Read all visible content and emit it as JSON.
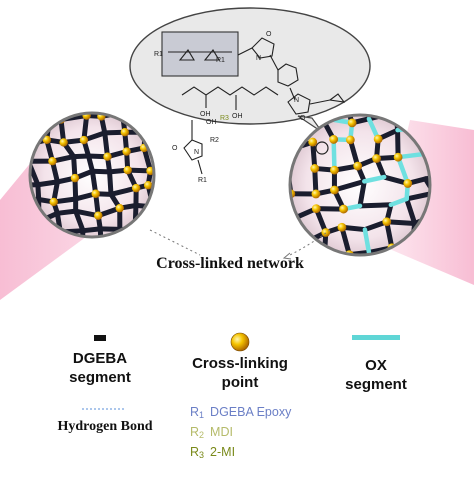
{
  "diagram": {
    "title": "Cross-linked network",
    "structure_labels": {
      "r1": "R1",
      "r2": "R2",
      "r3": "R3",
      "oh": "OH",
      "o": "O",
      "n": "N"
    }
  },
  "legend": {
    "dgeba": {
      "line1": "DGEBA",
      "line2": "segment",
      "color": "#111111"
    },
    "crosslink": {
      "line1": "Cross-linking",
      "line2": "point",
      "color": "#f0b400"
    },
    "ox": {
      "line1": "OX",
      "line2": "segment",
      "color": "#5fd6d6"
    },
    "hbond": {
      "label": "Hydrogen Bond",
      "color": "#5a8fd8"
    },
    "r_groups": [
      {
        "symbol": "R",
        "sub": "1",
        "text": "DGEBA Epoxy",
        "color": "#6b7fc6"
      },
      {
        "symbol": "R",
        "sub": "2",
        "text": "MDI",
        "color": "#b5bb6a"
      },
      {
        "symbol": "R",
        "sub": "3",
        "text": "2-MI",
        "color": "#7a8a1a"
      }
    ]
  }
}
